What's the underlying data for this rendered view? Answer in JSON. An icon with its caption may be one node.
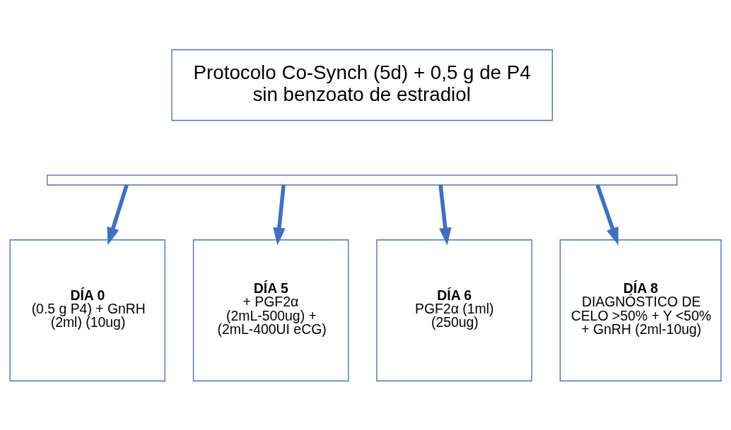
{
  "diagram": {
    "nodes": [
      {
        "text": [
          "Protocolo Co-Synch (5d) + 0,5 g de P4 sin benzoato de estradiol"
        ]
      },
      {
        "text": [],
        "shape": "bar"
      },
      {
        "text": [
          "DÍA 0",
          "(0.5 g P4) + GnRH (2ml) (10ug)"
        ]
      },
      {
        "text": [
          "DÍA 5",
          "+ PGF2α (2mL-500ug) + (2mL-400UI eCG)"
        ]
      },
      {
        "text": [
          "DÍA 6",
          "PGF2α (1ml) (250ug)"
        ]
      },
      {
        "text": [
          "DÍA 8",
          "DIAGNÓSTICO DE CELO >50% + Y <50% + GnRH (2ml-10ug)"
        ]
      }
    ],
    "edges": [
      {
        "from": 1,
        "to": 2,
        "arrow": "to"
      },
      {
        "from": 1,
        "to": 3,
        "arrow": "to"
      },
      {
        "from": 1,
        "to": 4,
        "arrow": "to"
      },
      {
        "from": 1,
        "to": 5,
        "arrow": "to"
      }
    ]
  }
}
